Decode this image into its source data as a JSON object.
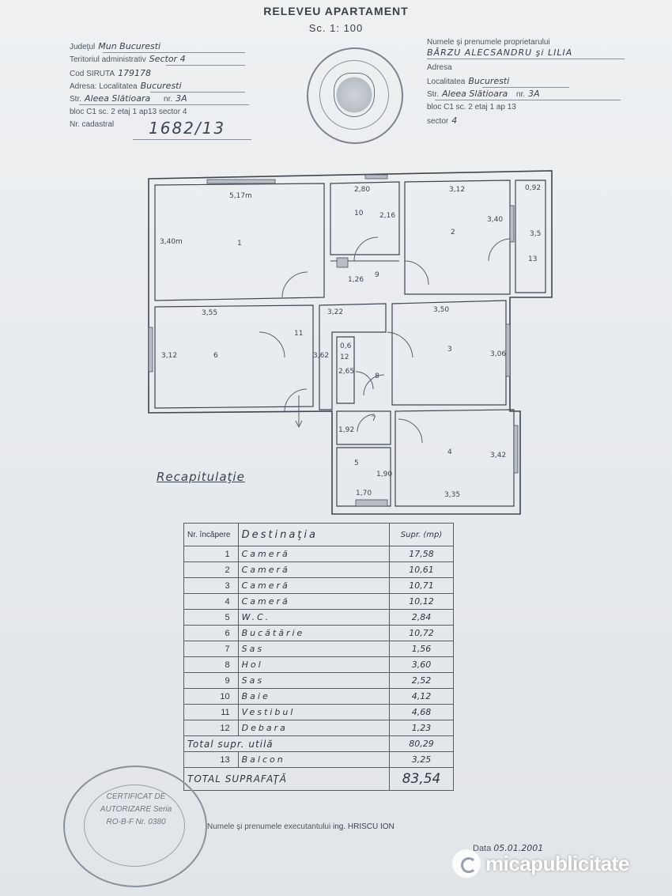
{
  "header": {
    "title": "RELEVEU APARTAMENT",
    "scale": "Sc. 1: 100"
  },
  "left_info": {
    "judet_label": "Judeţul",
    "judet_value": "Mun Bucuresti",
    "teritoriu_label": "Teritoriul administrativ",
    "teritoriu_value": "Sector 4",
    "siruta_label": "Cod SIRUTA",
    "siruta_value": "179178",
    "adresa_label": "Adresa: Localitatea",
    "adresa_value": "Bucuresti",
    "strada_label": "Str.",
    "strada_value": "Aleea Slătioara",
    "nr_label": "nr.",
    "nr_value": "3A",
    "bloc_line": "bloc C1 sc. 2 etaj 1 ap13 sector 4",
    "cadastral_label": "Nr. cadastral",
    "cadastral_value": "1682/13"
  },
  "right_info": {
    "owner_label": "Numele şi prenumele proprietarului",
    "owner_value": "BÂRZU ALECSANDRU şi LILIA",
    "adresa_label": "Adresa",
    "localitate_label": "Localitatea",
    "localitate_value": "Bucuresti",
    "strada_label": "Str.",
    "strada_value": "Aleea Slătioara",
    "nr_label": "nr.",
    "nr_value": "3A",
    "bloc_line": "bloc C1 sc. 2 etaj 1 ap 13",
    "sector_label": "sector",
    "sector_value": "4"
  },
  "plan": {
    "room1_w": "5,17m",
    "room1_h": "3,40m",
    "room1_no": "1",
    "room10_w": "2,80",
    "room10_h": "2,16",
    "room10_no": "10",
    "room2_w": "3,12",
    "room2_h": "3,40",
    "room2_no": "2",
    "balcony_w": "0,92",
    "balcony_h": "3,5",
    "balcony_no": "13",
    "hall9_w": "1,26",
    "hall9_no": "9",
    "room6_w": "3,55",
    "room6_h": "3,12",
    "room6_no": "6",
    "vest_w": "3,22",
    "vest_h": "3,62",
    "vest_no": "11",
    "cam12_w": "0,6",
    "cam12_no": "12",
    "hol8_h": "2,65",
    "hol8_no": "8",
    "room3_w": "3,50",
    "room3_h": "3,06",
    "room3_no": "3",
    "hall7_w": "1,92",
    "hall7_no": "7",
    "wc_no": "5",
    "wc_h": "1,90",
    "wc_w": "1,70",
    "room4_no": "4",
    "room4_w": "3,35",
    "room4_h": "3,42"
  },
  "recap_title": "Recapitulaţie",
  "table": {
    "head_nr": "Nr. încăpere",
    "head_dest": "Destinaţia",
    "head_supr": "Supr. (mp)",
    "rows": [
      {
        "nr": "1",
        "dest": "Cameră",
        "supr": "17,58"
      },
      {
        "nr": "2",
        "dest": "Cameră",
        "supr": "10,61"
      },
      {
        "nr": "3",
        "dest": "Cameră",
        "supr": "10,71"
      },
      {
        "nr": "4",
        "dest": "Cameră",
        "supr": "10,12"
      },
      {
        "nr": "5",
        "dest": "W.C.",
        "supr": "2,84"
      },
      {
        "nr": "6",
        "dest": "Bucătărie",
        "supr": "10,72"
      },
      {
        "nr": "7",
        "dest": "Sas",
        "supr": "1,56"
      },
      {
        "nr": "8",
        "dest": "Hol",
        "supr": "3,60"
      },
      {
        "nr": "9",
        "dest": "Sas",
        "supr": "2,52"
      },
      {
        "nr": "10",
        "dest": "Baie",
        "supr": "4,12"
      },
      {
        "nr": "11",
        "dest": "Vestibul",
        "supr": "4,68"
      },
      {
        "nr": "12",
        "dest": "Debara",
        "supr": "1,23"
      }
    ],
    "total_util_label": "Total supr. utilă",
    "total_util_value": "80,29",
    "balcony": {
      "nr": "13",
      "dest": "Balcon",
      "supr": "3,25"
    },
    "grand_label": "TOTAL SUPRAFAŢĂ",
    "grand_value": "83,54"
  },
  "stamp_bottom_text": "CERTIFICAT DE AUTORIZARE Seria RO-B-F Nr. 0380",
  "executor_label": "Numele şi prenumele executantului",
  "executor_value": "ing. HRISCU ION",
  "date_label": "Data",
  "date_value": "05.01.2001",
  "watermark": "micapublicitate"
}
